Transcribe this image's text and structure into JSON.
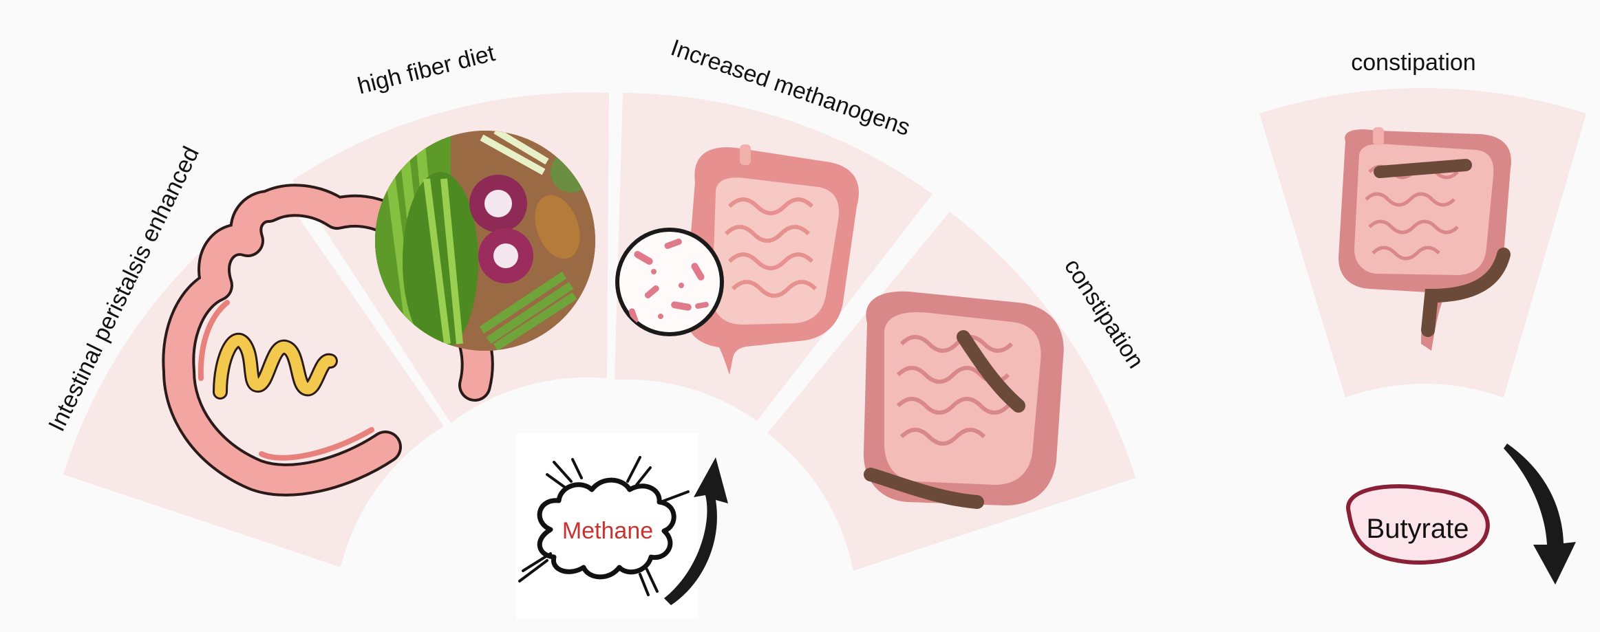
{
  "labels": {
    "peristalsis": "Intestinal peristalsis enhanced",
    "fiber": "high fiber diet",
    "methanogens": "Increased methanogens",
    "constipation_fan": "constipation",
    "constipation_right": "constipation",
    "methane": "Methane",
    "butyrate": "Butyrate"
  },
  "colors": {
    "segment_fill": "#f8e8e8",
    "methane_text": "#c8322f",
    "butyrate_border": "#8a2036",
    "butyrate_fill": "#fbe4ea",
    "arrow": "#1a1a1a",
    "intestine": "#f0a7a6",
    "stool": "#6b4a3a"
  },
  "icons": {
    "peristalsis": "colon-with-contents-icon",
    "fiber": "vegetables-photo-icon",
    "methanogens": "intestine-with-bacteria-icon",
    "constipation": "intestine-with-stool-icon",
    "methane": "gas-cloud-icon",
    "arrow_up": "curved-arrow-up-icon",
    "arrow_down": "curved-arrow-down-icon"
  }
}
